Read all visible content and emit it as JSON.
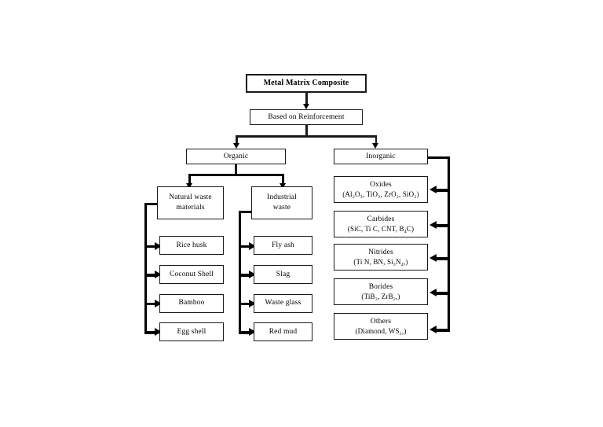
{
  "diagram": {
    "title": "Metal Matrix Composite",
    "criterion": "Based on Reinforcement",
    "branches": {
      "organic": "Organic",
      "inorganic": "Inorganic"
    },
    "organic_groups": {
      "natural": {
        "line1": "Natural waste",
        "line2": "materials"
      },
      "industrial": {
        "line1": "Industrial",
        "line2": "waste"
      }
    },
    "natural_waste_items": [
      {
        "label": "Rice husk"
      },
      {
        "label": "Coconut Shell"
      },
      {
        "label": "Bamboo"
      },
      {
        "label": "Egg shell"
      }
    ],
    "industrial_waste_items": [
      {
        "label": "Fly ash"
      },
      {
        "label": "Slag"
      },
      {
        "label": "Waste glass"
      },
      {
        "label": "Red mud"
      }
    ],
    "inorganic_items": [
      {
        "label": "Oxides",
        "formula": "(Al₂O₃, TiO₂, ZrO₂, SiO₂)"
      },
      {
        "label": "Carbides",
        "formula": "(SiC, Ti C, CNT, B₄C)"
      },
      {
        "label": "Nitrides",
        "formula": "(Ti N, BN, Si₃N₄,)"
      },
      {
        "label": "Borides",
        "formula": "(TiB₂, ZrB₂,)"
      },
      {
        "label": "Others",
        "formula": "(Diamond, WS₂,)"
      }
    ]
  },
  "colors": {
    "line": "#111111",
    "box_border": "#1a1a1a",
    "background": "#ffffff",
    "text": "#000000"
  }
}
